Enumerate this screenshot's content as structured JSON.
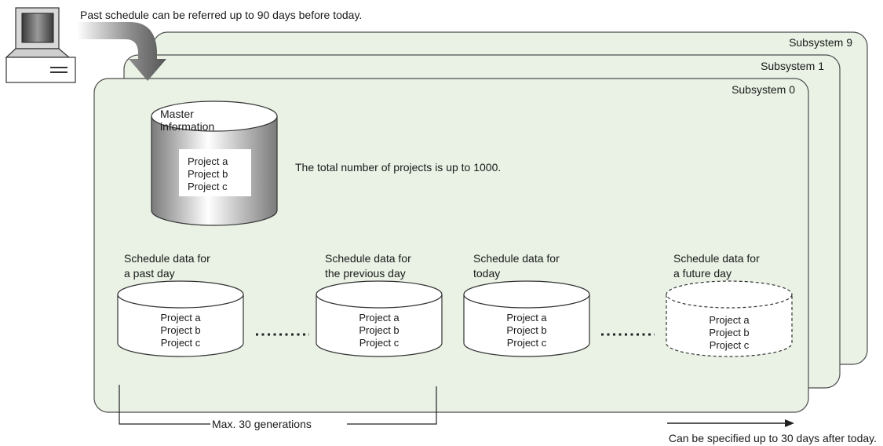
{
  "notes": {
    "past_schedule": "Past schedule can be referred up to 90 days before today.",
    "total_projects": "The total number of projects is up to 1000.",
    "max_generations": "Max. 30 generations",
    "future_limit": "Can be specified up to 30 days after today."
  },
  "subsystems": [
    "Subsystem 9",
    "Subsystem 1",
    "Subsystem 0"
  ],
  "master": {
    "title_line1": "Master",
    "title_line2": "information",
    "projects": [
      "Project a",
      "Project b",
      "Project c"
    ]
  },
  "schedules": [
    {
      "label_line1": "Schedule data for",
      "label_line2": "a past day",
      "projects": [
        "Project a",
        "Project b",
        "Project c"
      ]
    },
    {
      "label_line1": "Schedule data for",
      "label_line2": "the previous day",
      "projects": [
        "Project a",
        "Project b",
        "Project c"
      ]
    },
    {
      "label_line1": "Schedule data for",
      "label_line2": "today",
      "projects": [
        "Project a",
        "Project b",
        "Project c"
      ]
    },
    {
      "label_line1": "Schedule data for",
      "label_line2": "a future day",
      "projects": [
        "Project a",
        "Project b",
        "Project c"
      ]
    }
  ],
  "colors": {
    "panel_fill": "#e9f2e5",
    "panel_stroke": "#4d4d4d",
    "arrow": "#555555"
  }
}
